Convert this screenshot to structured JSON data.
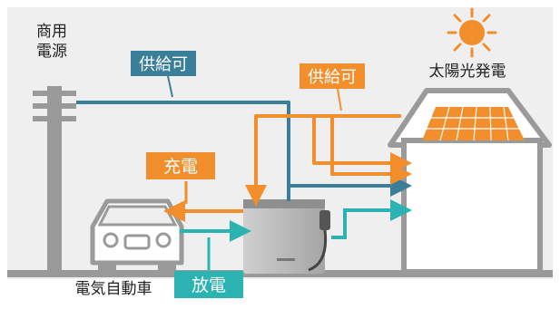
{
  "labels": {
    "utility_power": [
      "商用",
      "電源"
    ],
    "supply_ok_blue": "供給可",
    "supply_ok_orange": "供給可",
    "solar": "太陽光発電",
    "charge": "充電",
    "discharge": "放電",
    "ev": "電気自動車"
  },
  "colors": {
    "background": "#f0f0f0",
    "blue": "#3a7f9a",
    "orange": "#f28e2b",
    "teal": "#2bb3b1",
    "gray": "#9a9a9a",
    "white": "#ffffff"
  },
  "icons": {
    "sun": "sun-icon",
    "pole": "utility-pole-icon",
    "car": "car-icon",
    "house": "house-icon",
    "unit": "power-conditioner-icon"
  }
}
